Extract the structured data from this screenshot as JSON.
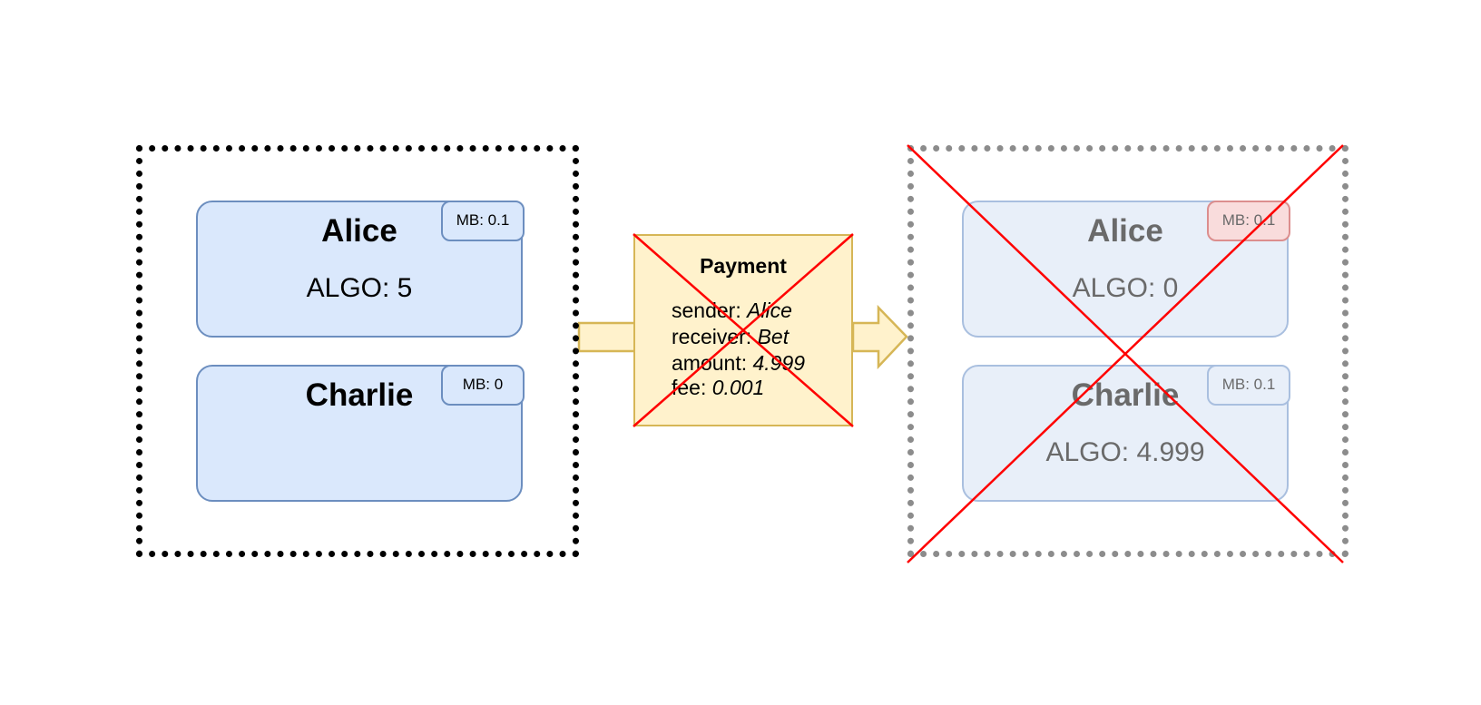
{
  "before": {
    "accounts": [
      {
        "name": "Alice",
        "balance": "ALGO: 5",
        "min_balance": "MB: 0.1"
      },
      {
        "name": "Charlie",
        "balance": "",
        "min_balance": "MB: 0"
      }
    ]
  },
  "transaction": {
    "title": "Payment",
    "fields": [
      {
        "label": "sender: ",
        "value": "Alice"
      },
      {
        "label": "receiver: ",
        "value": "Bet"
      },
      {
        "label": "amount: ",
        "value": "4.999"
      },
      {
        "label": "fee: ",
        "value": "0.001"
      }
    ]
  },
  "after": {
    "accounts": [
      {
        "name": "Alice",
        "balance": "ALGO: 0",
        "min_balance": "MB: 0.1"
      },
      {
        "name": "Charlie",
        "balance": "ALGO: 4.999",
        "min_balance": "MB: 0.1"
      }
    ]
  },
  "colors": {
    "account_fill": "#dae8fc",
    "account_stroke": "#6c8ebf",
    "payment_fill": "#fff2cc",
    "payment_stroke": "#d6b656",
    "cross": "#ff0000",
    "warning_fill": "#f9dcdc",
    "warning_stroke": "#dc8e8e"
  }
}
